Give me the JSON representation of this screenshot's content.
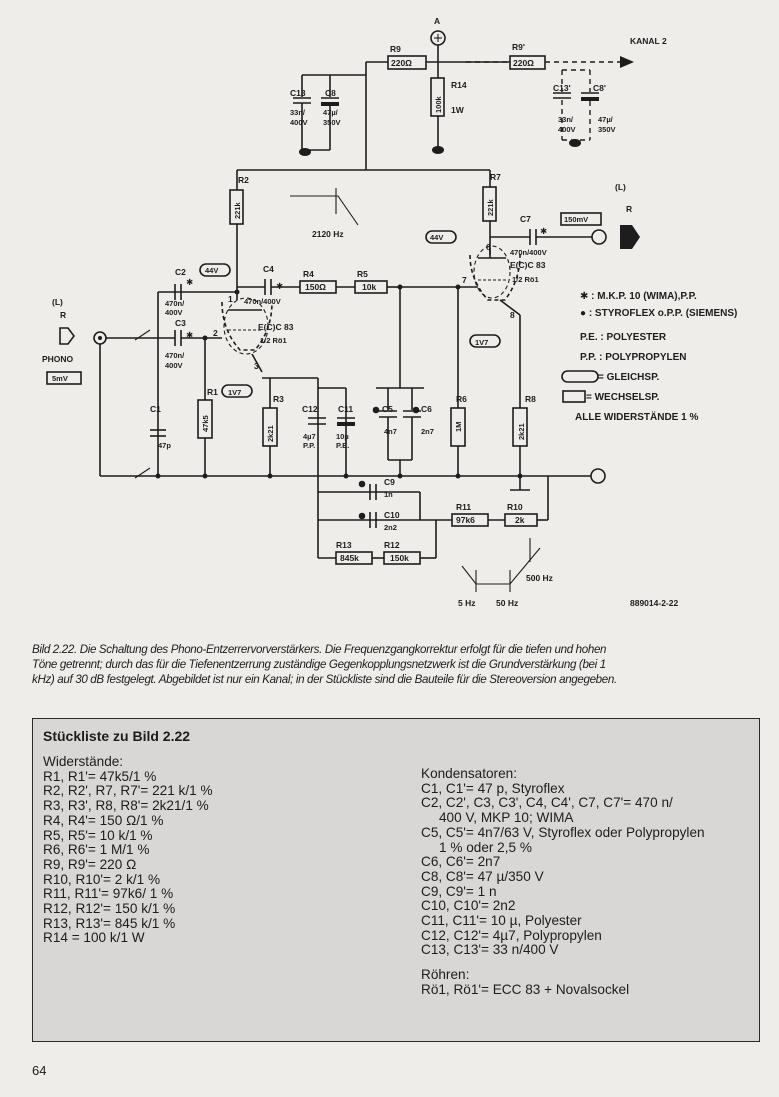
{
  "schematic": {
    "node_A": "A",
    "kanal2": "KANAL 2",
    "R9": "R9",
    "R9_val": "220Ω",
    "R9p": "R9'",
    "R9p_val": "220Ω",
    "R14": "R14",
    "R14_val": "100k",
    "R14_watt": "1W",
    "C13": "C13",
    "C13_val1": "33n/",
    "C13_val2": "400V",
    "C8": "C8",
    "C8_val1": "47µ/",
    "C8_val2": "350V",
    "C13p": "C13'",
    "C8p": "C8'",
    "C13p_val1": "33n/",
    "C13p_val2": "400V",
    "C8p_val1": "47µ/",
    "C8p_val2": "350V",
    "R2": "R2",
    "R2_val": "221k",
    "R7": "R7",
    "R7_val": "221k",
    "f2120": "2120 Hz",
    "L_right": "(L)",
    "R_right": "R",
    "v44_right": "44V",
    "v150mV": "150mV",
    "C7": "C7",
    "C7_val": "470n/400V",
    "node6": "6",
    "node7": "7",
    "node8": "8",
    "tube2": "E(C)C 83",
    "tube2_half": "1/2 Rö1",
    "v1V7_right": "1V7",
    "L_left": "(L)",
    "R_left": "R",
    "phono": "PHONO",
    "v5mV": "5mV",
    "C2": "C2",
    "C2_val1": "470n/",
    "C2_val2": "400V",
    "v44_left": "44V",
    "C3": "C3",
    "C3_val1": "470n/",
    "C3_val2": "400V",
    "C4": "C4",
    "C4_val": "470n/400V",
    "R4": "R4",
    "R4_val": "150Ω",
    "R5": "R5",
    "R5_val": "10k",
    "node1": "1",
    "node2": "2",
    "node3": "3",
    "tube1": "E(C)C 83",
    "tube1_half": "1/2 Rö1",
    "v1V7_left": "1V7",
    "C1": "C1",
    "C1_val": "47p",
    "R1": "R1",
    "R1_val": "47k5",
    "R3": "R3",
    "R3_val": "2k21",
    "C12": "C12",
    "C12_val1": "4µ7",
    "C12_val2": "P.P.",
    "C11": "C11",
    "C11_val1": "10µ",
    "C11_val2": "P.E.",
    "C5": "C5",
    "C5_val": "4n7",
    "C6": "C6",
    "C6_val": "2n7",
    "R6": "R6",
    "R6_val": "1M",
    "R8": "R8",
    "R8_val": "2k21",
    "C9": "C9",
    "C9_val": "1n",
    "C10": "C10",
    "C10_val": "2n2",
    "R11": "R11",
    "R11_val": "97k6",
    "R10": "R10",
    "R10_val": "2k",
    "R13": "R13",
    "R13_val": "845k",
    "R12": "R12",
    "R12_val": "150k",
    "f500": "500 Hz",
    "f5": "5 Hz",
    "f50": "50 Hz",
    "figure_id": "889014-2-22",
    "legend": {
      "mkp": "✱ : M.K.P. 10 (WIMA),P.P.",
      "styroflex": "● : STYROFLEX o.P.P. (SIEMENS)",
      "pe": "P.E. : POLYESTER",
      "pp": "P.P. : POLYPROPYLEN",
      "gleich": "= GLEICHSP.",
      "wechsel": "= WECHSELSP.",
      "toleranz": "ALLE WIDERSTÄNDE  1 %"
    }
  },
  "caption": {
    "line1": "Bild 2.22. Die Schaltung des Phono-Entzerrervorverstärkers. Die Frequenzgangkorrektur erfolgt für die tiefen und hohen",
    "line2": "Töne getrennt; durch das für die Tiefenentzerrung zuständige Gegenkopplungsnetzwerk ist die Grundverstärkung (bei 1",
    "line3": "kHz) auf 30 dB festgelegt. Abgebildet ist nur ein Kanal; in der Stückliste sind die Bauteile für die Stereoversion angegeben."
  },
  "parts": {
    "title": "Stückliste zu Bild 2.22",
    "widerstaende_heading": "Widerstände:",
    "widerstaende": [
      "R1, R1'= 47k5/1 %",
      "R2, R2', R7, R7'= 221 k/1 %",
      "R3, R3', R8, R8'= 2k21/1 %",
      "R4, R4'= 150 Ω/1 %",
      "R5, R5'= 10 k/1 %",
      "R6, R6'= 1 M/1 %",
      "R9, R9'= 220 Ω",
      "R10, R10'= 2 k/1 %",
      "R11, R11'= 97k6/ 1 %",
      "R12, R12'= 150 k/1 %",
      "R13, R13'= 845 k/1 %",
      "R14 = 100 k/1 W"
    ],
    "kondensatoren_heading": "Kondensatoren:",
    "kondensatoren": [
      "C1, C1'= 47 p, Styroflex",
      "C2, C2', C3, C3', C4, C4', C7, C7'= 470 n/",
      "400 V, MKP 10; WIMA",
      "C5, C5'= 4n7/63 V, Styroflex oder Polypropylen",
      "1 % oder 2,5 %",
      "C6, C6'= 2n7",
      "C8, C8'= 47 µ/350 V",
      "C9, C9'= 1 n",
      "C10, C10'= 2n2",
      "C11, C11'= 10 µ, Polyester",
      "C12, C12'= 4µ7, Polypropylen",
      "C13, C13'= 33 n/400 V"
    ],
    "roehren_heading": "Röhren:",
    "roehren": "Rö1, Rö1'= ECC 83 + Novalsockel"
  },
  "page_number": "64"
}
